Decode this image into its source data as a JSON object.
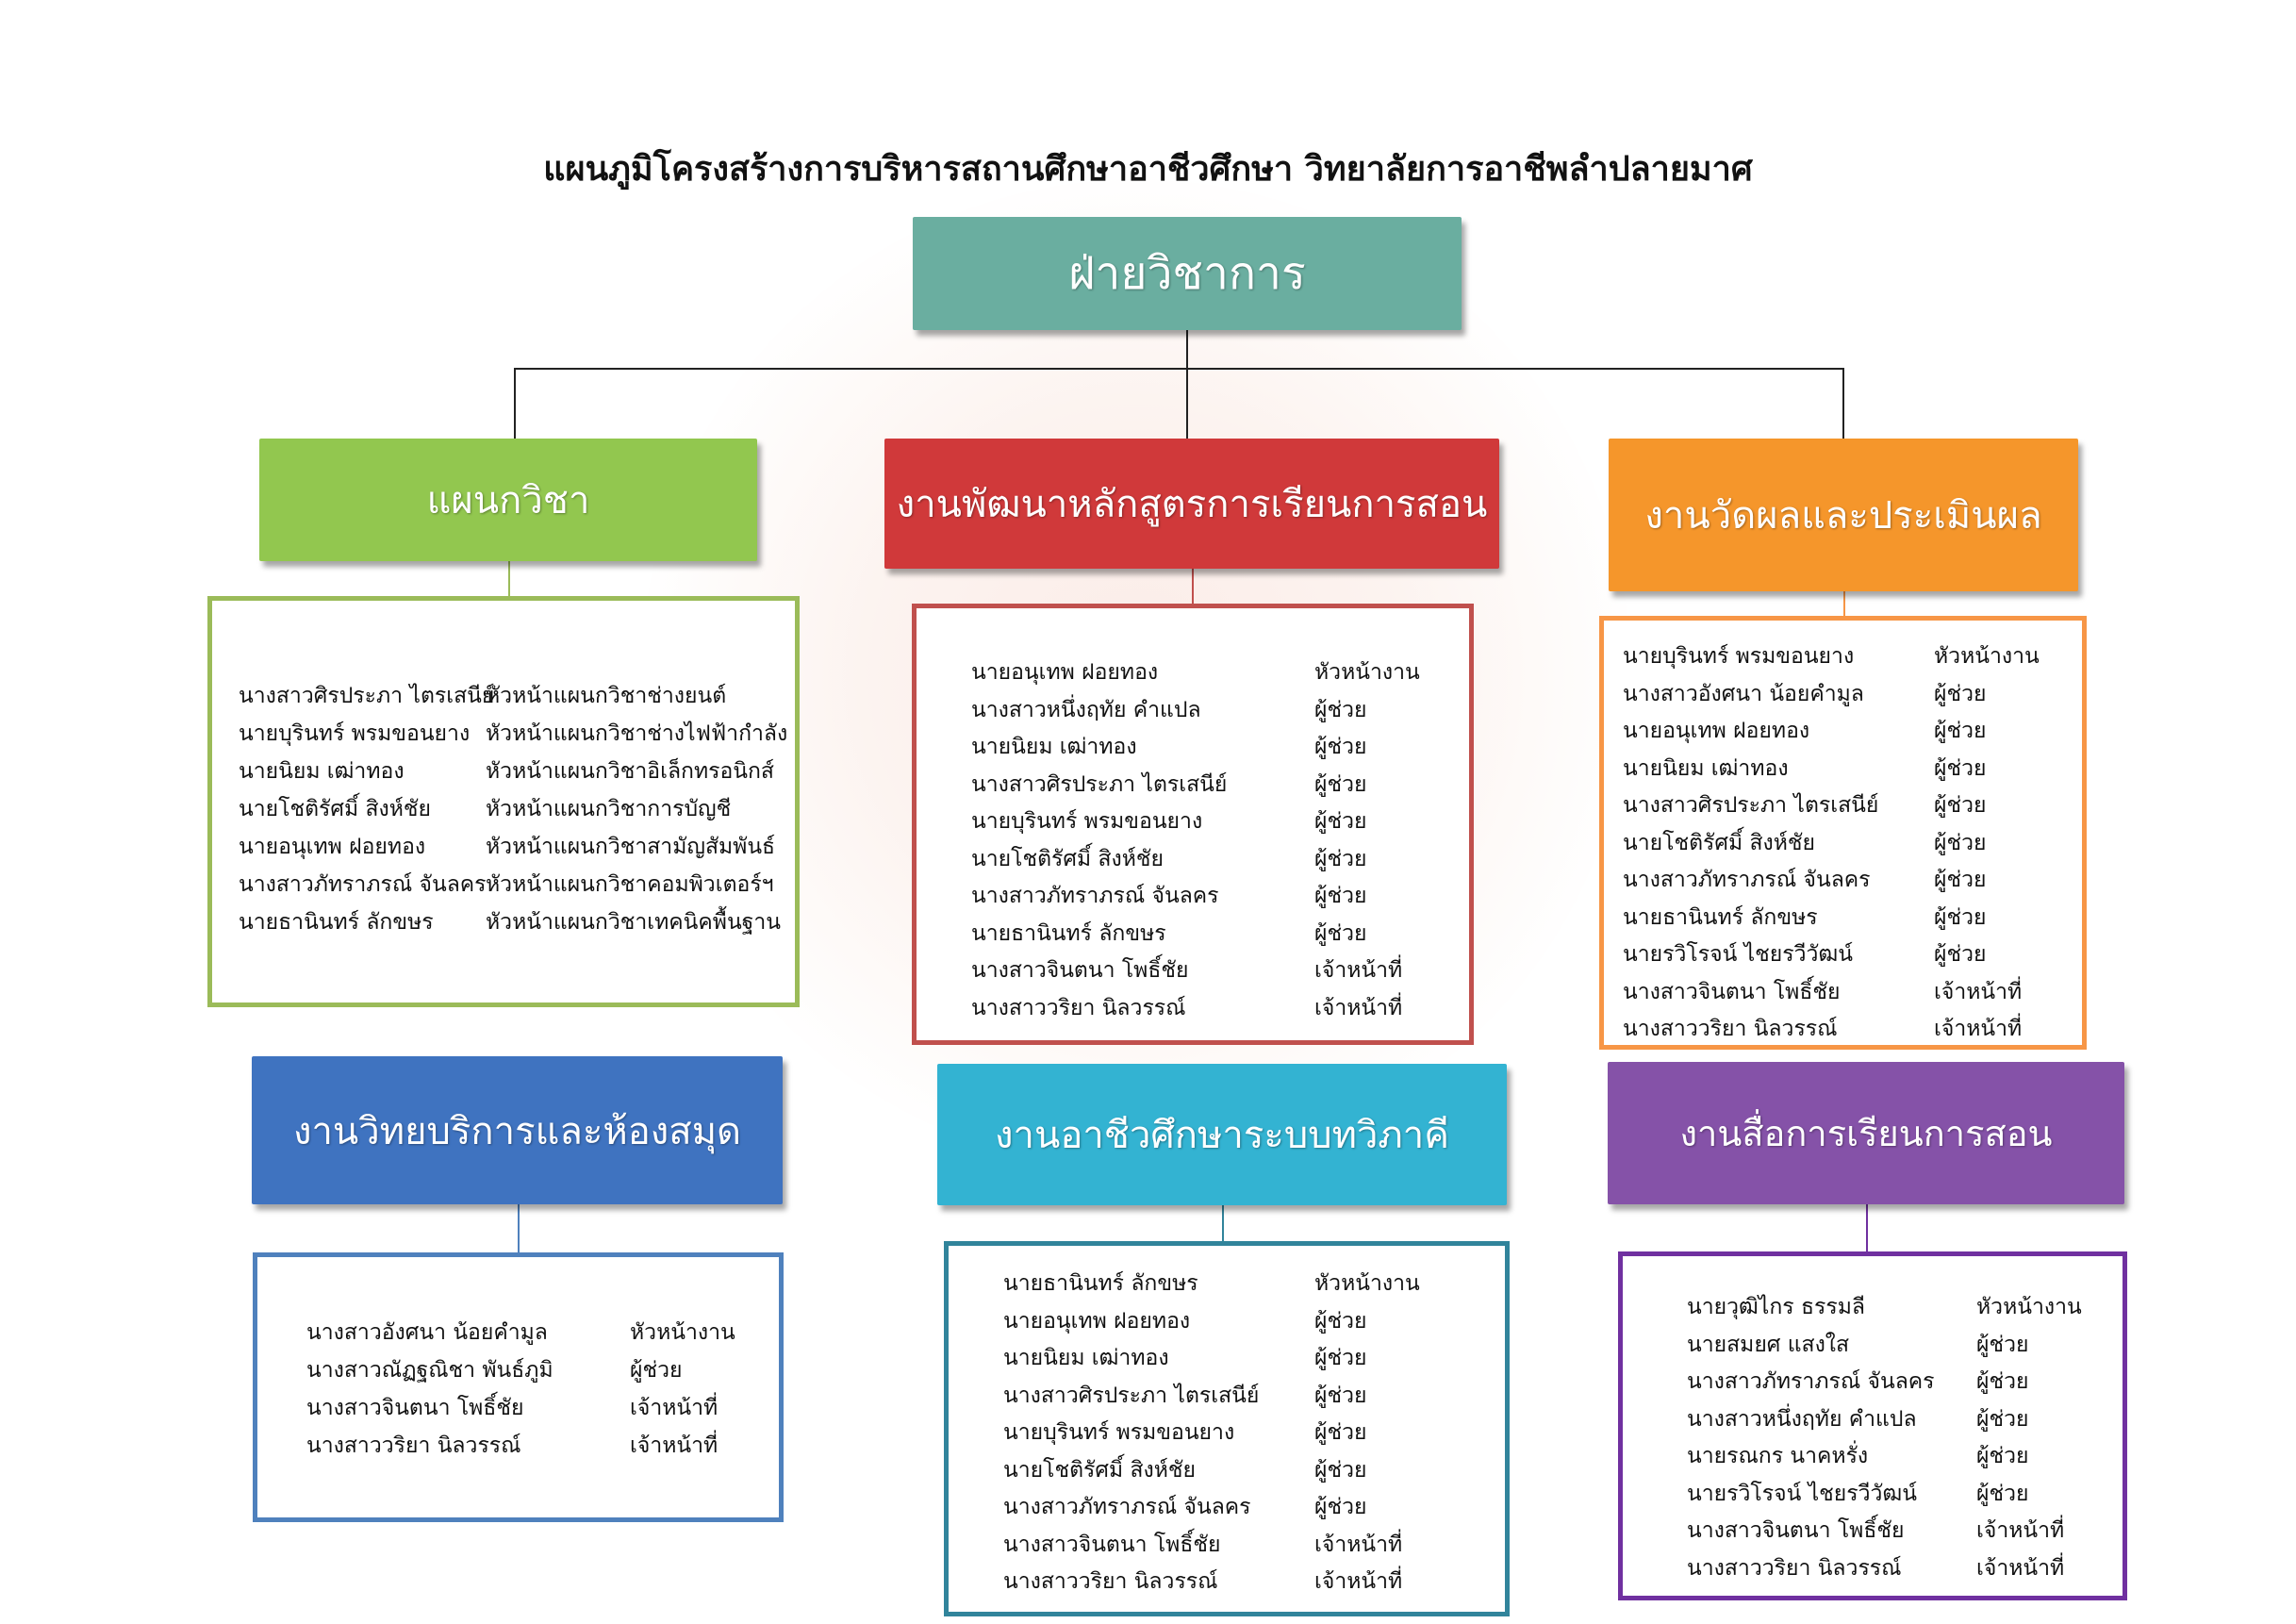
{
  "title": "แผนภูมิโครงสร้างการบริหารสถานศึกษาอาชีวศึกษา วิทยาลัยการอาชีพลำปลายมาศ",
  "root": {
    "label": "ฝ่ายวิชาการ",
    "color": "#6aaea0"
  },
  "units": [
    {
      "label": "แผนกวิชา",
      "color": "#92c74f",
      "border": "#9bbb59",
      "members": [
        {
          "name": "นางสาวศิรประภา  ไตรเสนีย์",
          "role": "หัวหน้าแผนกวิชาช่างยนต์"
        },
        {
          "name": "นายบุรินทร์ พรมขอนยาง",
          "role": "หัวหน้าแผนกวิชาช่างไฟฟ้ากำลัง"
        },
        {
          "name": "นายนิยม  เฒ่าทอง",
          "role": "หัวหน้าแผนกวิชาอิเล็กทรอนิกส์"
        },
        {
          "name": "นายโชติรัศมิ์  สิงห์ชัย",
          "role": "หัวหน้าแผนกวิชาการบัญชี"
        },
        {
          "name": "นายอนุเทพ  ฝอยทอง",
          "role": "หัวหน้าแผนกวิชาสามัญสัมพันธ์"
        },
        {
          "name": "นางสาวภัทราภรณ์  จันลคร",
          "role": "หัวหน้าแผนกวิชาคอมพิวเตอร์ฯ"
        },
        {
          "name": "นายธานินทร์  ลักขษร",
          "role": "หัวหน้าแผนกวิชาเทคนิคพื้นฐาน"
        }
      ]
    },
    {
      "label": "งานพัฒนาหลักสูตรการเรียนการสอน",
      "color": "#d0393a",
      "border": "#c0504d",
      "members": [
        {
          "name": "นายอนุเทพ  ฝอยทอง",
          "role": "หัวหน้างาน"
        },
        {
          "name": "นางสาวหนึ่งฤทัย  คำแปล",
          "role": "ผู้ช่วย"
        },
        {
          "name": "นายนิยม  เฒ่าทอง",
          "role": "ผู้ช่วย"
        },
        {
          "name": "นางสาวศิรประภา  ไตรเสนีย์",
          "role": "ผู้ช่วย"
        },
        {
          "name": "นายบุรินทร์ พรมขอนยาง",
          "role": "ผู้ช่วย"
        },
        {
          "name": "นายโชติรัศมิ์  สิงห์ชัย",
          "role": "ผู้ช่วย"
        },
        {
          "name": "นางสาวภัทราภรณ์  จันลคร",
          "role": "ผู้ช่วย"
        },
        {
          "name": "นายธานินทร์  ลักขษร",
          "role": "ผู้ช่วย"
        },
        {
          "name": "นางสาวจินตนา  โพธิ์ชัย",
          "role": "เจ้าหน้าที่"
        },
        {
          "name": "นางสาววริยา  นิลวรรณ์",
          "role": "เจ้าหน้าที่"
        }
      ]
    },
    {
      "label": "งานวัดผลและประเมินผล",
      "color": "#f5962b",
      "border": "#f79646",
      "members": [
        {
          "name": "นายบุรินทร์  พรมขอนยาง",
          "role": "หัวหน้างาน"
        },
        {
          "name": "นางสาวอังศนา  น้อยคำมูล",
          "role": "ผู้ช่วย"
        },
        {
          "name": "นายอนุเทพ  ฝอยทอง",
          "role": "ผู้ช่วย"
        },
        {
          "name": "นายนิยม  เฒ่าทอง",
          "role": "ผู้ช่วย"
        },
        {
          "name": "นางสาวศิรประภา  ไตรเสนีย์",
          "role": "ผู้ช่วย"
        },
        {
          "name": "นายโชติรัศมิ์  สิงห์ชัย",
          "role": "ผู้ช่วย"
        },
        {
          "name": "นางสาวภัทราภรณ์  จันลคร",
          "role": "ผู้ช่วย"
        },
        {
          "name": "นายธานินทร์  ลักขษร",
          "role": "ผู้ช่วย"
        },
        {
          "name": "นายรวิโรจน์  ไชยรวีวัฒน์",
          "role": "ผู้ช่วย"
        },
        {
          "name": "นางสาวจินตนา  โพธิ์ชัย",
          "role": "เจ้าหน้าที่"
        },
        {
          "name": "นางสาววริยา  นิลวรรณ์",
          "role": "เจ้าหน้าที่"
        }
      ]
    },
    {
      "label": "งานวิทยบริการและห้องสมุด",
      "color": "#3f73c0",
      "border": "#4f81bd",
      "members": [
        {
          "name": "นางสาวอังศนา  น้อยคำมูล",
          "role": "หัวหน้างาน"
        },
        {
          "name": "นางสาวณัฏฐณิชา  พันธ์ภูมิ",
          "role": "ผู้ช่วย"
        },
        {
          "name": "นางสาวจินตนา  โพธิ์ชัย",
          "role": "เจ้าหน้าที่"
        },
        {
          "name": "นางสาววริยา  นิลวรรณ์",
          "role": "เจ้าหน้าที่"
        }
      ]
    },
    {
      "label": "งานอาชีวศึกษาระบบทวิภาคี",
      "color": "#33b3d2",
      "border": "#31849b",
      "members": [
        {
          "name": "นายธานินทร์  ลักขษร",
          "role": "หัวหน้างาน"
        },
        {
          "name": "นายอนุเทพ  ฝอยทอง",
          "role": "ผู้ช่วย"
        },
        {
          "name": "นายนิยม  เฒ่าทอง",
          "role": "ผู้ช่วย"
        },
        {
          "name": "นางสาวศิรประภา  ไตรเสนีย์",
          "role": "ผู้ช่วย"
        },
        {
          "name": "นายบุรินทร์ พรมขอนยาง",
          "role": "ผู้ช่วย"
        },
        {
          "name": "นายโชติรัศมิ์  สิงห์ชัย",
          "role": "ผู้ช่วย"
        },
        {
          "name": "นางสาวภัทราภรณ์  จันลคร",
          "role": "ผู้ช่วย"
        },
        {
          "name": "นางสาวจินตนา  โพธิ์ชัย",
          "role": "เจ้าหน้าที่"
        },
        {
          "name": "นางสาววริยา  นิลวรรณ์",
          "role": "เจ้าหน้าที่"
        }
      ]
    },
    {
      "label": "งานสื่อการเรียนการสอน",
      "color": "#8552a8",
      "border": "#7030a0",
      "members": [
        {
          "name": "นายวุฒิไกร  ธรรมลี",
          "role": "หัวหน้างาน"
        },
        {
          "name": "นายสมยศ  แสงใส",
          "role": "ผู้ช่วย"
        },
        {
          "name": "นางสาวภัทราภรณ์  จันลคร",
          "role": "ผู้ช่วย"
        },
        {
          "name": "นางสาวหนึ่งฤทัย  คำแปล",
          "role": "ผู้ช่วย"
        },
        {
          "name": "นายรณกร  นาคหรั่ง",
          "role": "ผู้ช่วย"
        },
        {
          "name": "นายรวิโรจน์  ไชยรวีวัฒน์",
          "role": "ผู้ช่วย"
        },
        {
          "name": "นางสาวจินตนา  โพธิ์ชัย",
          "role": "เจ้าหน้าที่"
        },
        {
          "name": "นางสาววริยา  นิลวรรณ์",
          "role": "เจ้าหน้าที่"
        }
      ]
    }
  ]
}
